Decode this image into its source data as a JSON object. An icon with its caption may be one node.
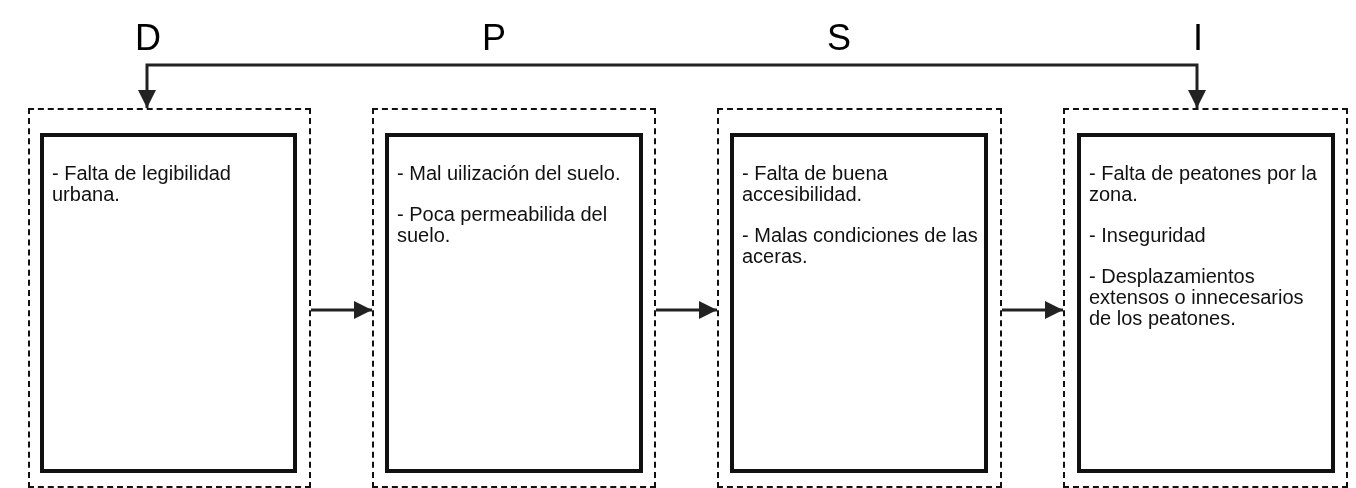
{
  "diagram": {
    "nodes": [
      {
        "text": [
          "D"
        ]
      },
      {
        "text": [
          "- Falta de legibilidad urbana."
        ],
        "in": 0
      },
      {
        "text": [
          "P"
        ]
      },
      {
        "text": [
          "- Mal uilización del suelo.",
          "- Poca permeabilida del suelo."
        ],
        "in": 2
      },
      {
        "text": [
          "S"
        ]
      },
      {
        "text": [
          "- Falta de buena accesibilidad.",
          "- Malas condiciones de las aceras."
        ],
        "in": 4
      },
      {
        "text": [
          "I"
        ]
      },
      {
        "text": [
          "- Falta de peatones por la zona.",
          "- Inseguridad",
          "- Desplazamientos extensos o innecesarios de los peatones."
        ],
        "in": 6
      }
    ],
    "edges": [
      {
        "from": 0,
        "to": 2,
        "arrow": "to"
      },
      {
        "from": 2,
        "to": 4,
        "arrow": "to"
      },
      {
        "from": 4,
        "to": 6,
        "arrow": "to"
      },
      {
        "from": 0,
        "to": 6,
        "arrow": "both"
      }
    ]
  }
}
